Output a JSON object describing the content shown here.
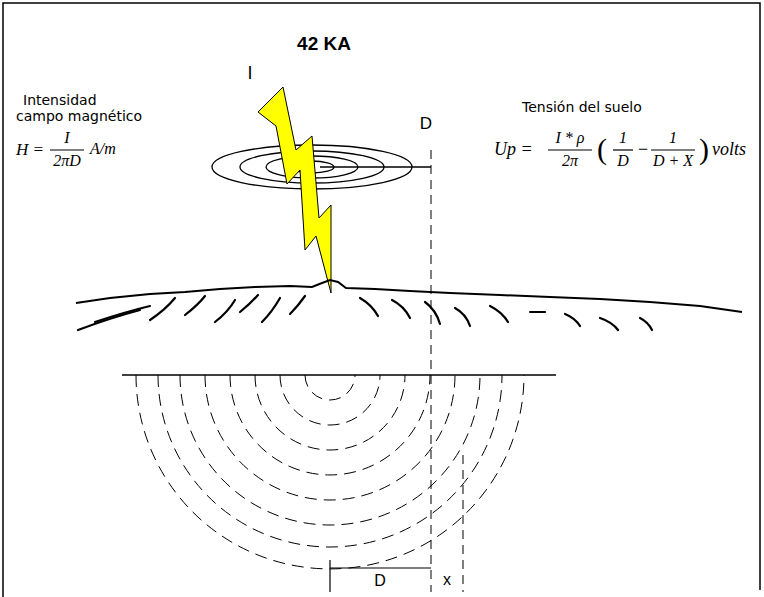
{
  "diagram": {
    "title": "42 KA",
    "labels": [
      "I",
      "Intensidad campo magnético",
      "H =",
      "I",
      "2πD",
      "A/m",
      "D",
      "Tensión del suelo",
      "Up =",
      "I * ρ",
      "2π",
      "(",
      "1",
      "D",
      "−",
      "1",
      "D + X",
      ")",
      "volts",
      "D",
      "x"
    ]
  }
}
